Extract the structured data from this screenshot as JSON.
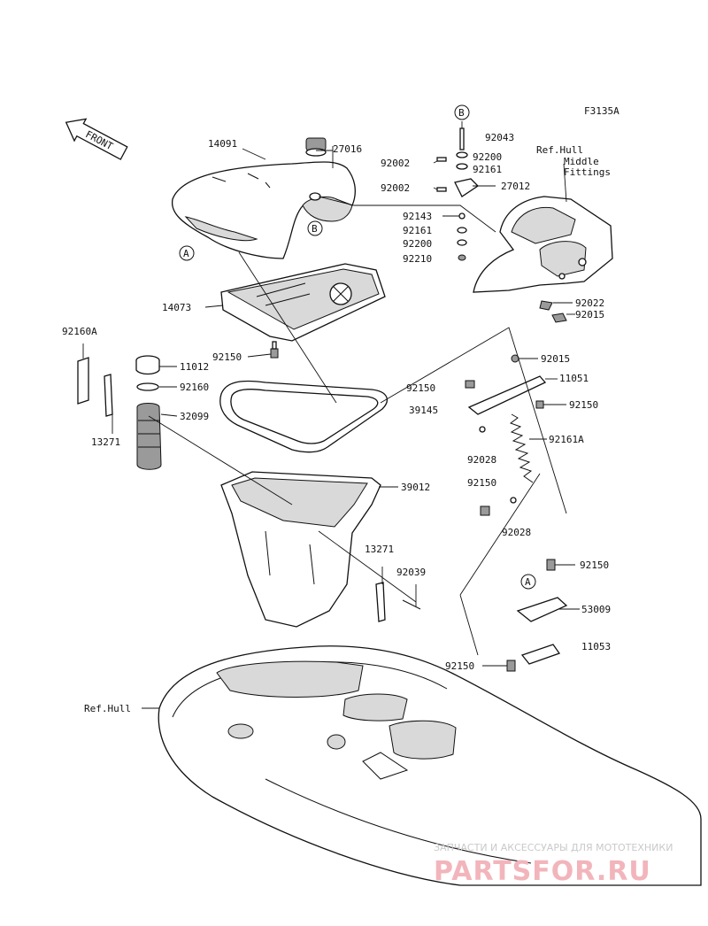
{
  "diagram_code": "F3135A",
  "front_label": "FRONT",
  "callouts": {
    "A": "A",
    "B": "B"
  },
  "parts": {
    "p14091": "14091",
    "p27016": "27016",
    "p14073": "14073",
    "p92160A": "92160A",
    "p11012": "11012",
    "p92160": "92160",
    "p32099": "32099",
    "p13271": "13271",
    "p92150": "92150",
    "p39012": "39012",
    "p92039": "92039",
    "p92043": "92043",
    "p92002": "92002",
    "p92200": "92200",
    "p92161": "92161",
    "p27012": "27012",
    "p92143": "92143",
    "p92210": "92210",
    "p92022": "92022",
    "p92015": "92015",
    "p11051": "11051",
    "p39145": "39145",
    "p92028": "92028",
    "p92161A": "92161A",
    "p53009": "53009",
    "p11053": "11053"
  },
  "refs": {
    "hull_middle_1": "Ref.Hull",
    "hull_middle_2": "Middle",
    "hull_middle_3": "Fittings",
    "hull": "Ref.Hull"
  },
  "watermark": {
    "tagline": "ЗАПЧАСТИ И АКСЕССУАРЫ ДЛЯ МОТОТЕХНИКИ",
    "brand": "PARTSFOR.RU"
  }
}
